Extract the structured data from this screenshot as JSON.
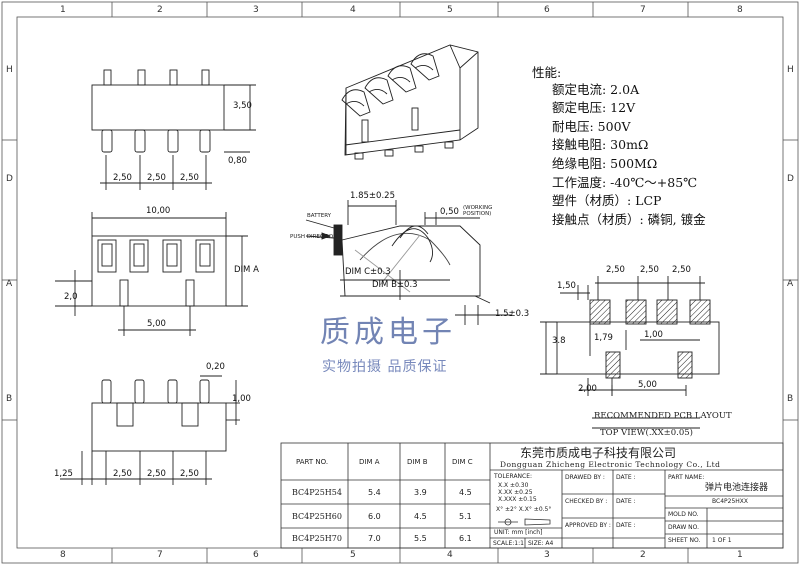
{
  "frame": {
    "col_numbers_top": [
      "1",
      "2",
      "3",
      "4",
      "5",
      "6",
      "7",
      "8"
    ],
    "col_numbers_bottom": [
      "8",
      "7",
      "6",
      "5",
      "4",
      "3",
      "2",
      "1"
    ],
    "row_letters_left": [
      "H",
      "D",
      "A",
      "B"
    ],
    "row_letters_right": [
      "H",
      "D",
      "A",
      "B"
    ]
  },
  "specs": {
    "heading": "性能:",
    "items": [
      "额定电流: 2.0A",
      "额定电压: 12V",
      "耐电压: 500V",
      "接触电阻: 30mΩ",
      "绝缘电阻: 500MΩ",
      "工作温度: -40℃～+85℃",
      "塑件（材质）: LCP",
      "接触点（材质）: 磷铜, 镀金"
    ]
  },
  "dims": {
    "height": "3,50",
    "pin_offset": "0,80",
    "pitch": "2,50",
    "width": "10,00",
    "dim_a": "DIM A",
    "hole_height": "2,0",
    "hole_span": "5,00",
    "bottom_offset": "0,20",
    "side_offset": "1,00",
    "left_offset": "1,25",
    "top_1": "1.85±0.25",
    "working_value": "0,50",
    "working_label": "(WORKING POSITION)",
    "battery": "BATTERY",
    "push_direction": "PUSH DIRECTION",
    "dim_c": "DIM C±0.3",
    "dim_b": "DIM B±0.3",
    "side_1": "1.5±0.3"
  },
  "pcb": {
    "pitch": "2,50",
    "edge": "1,50",
    "height": "3.8",
    "gap": "1,79",
    "inner": "1,00",
    "bottom_left": "2,00",
    "bottom_span": "5,00",
    "title": "RECOMMENDED PCB LAYOUT",
    "subtitle": "TOP VIEW(.XX±0.05)"
  },
  "watermark": {
    "main": "质成电子",
    "sub": "实物拍摄 品质保证"
  },
  "parts_table": {
    "headers": [
      "PART NO.",
      "DIM A",
      "DIM B",
      "DIM C"
    ],
    "rows": [
      [
        "BC4P25H54",
        "5.4",
        "3.9",
        "4.5"
      ],
      [
        "BC4P25H60",
        "6.0",
        "4.5",
        "5.1"
      ],
      [
        "BC4P25H70",
        "7.0",
        "5.5",
        "6.1"
      ]
    ]
  },
  "title_block": {
    "company_cn": "东莞市质成电子科技有限公司",
    "company_en": "Dongguan Zhicheng Electronic Technology Co., Ltd",
    "tolerance_label": "TOLERANCE:",
    "tol_1": "X.X   ±0.30",
    "tol_2": "X.XX  ±0.25",
    "tol_3": "X.XXX ±0.15",
    "tol_angle": "X°  ±2°    X.X° ±0.5°",
    "unit": "UNIT: mm  [inch]",
    "scale": "SCALE:1:1",
    "size": "SIZE: A4",
    "drawn_by": "DRAWED BY :",
    "checked_by": "CHECKED BY :",
    "approved_by": "APPROVED BY :",
    "date": "DATE :",
    "part_name_label": "PART NAME:",
    "part_name": "弹片电池连接器",
    "mold_no": "MOLD NO.",
    "draw_no": "DRAW NO.",
    "sheet_no": "SHEET NO.",
    "sheet_value": "1 OF 1",
    "dwg_no": "BC4P25HXX"
  }
}
